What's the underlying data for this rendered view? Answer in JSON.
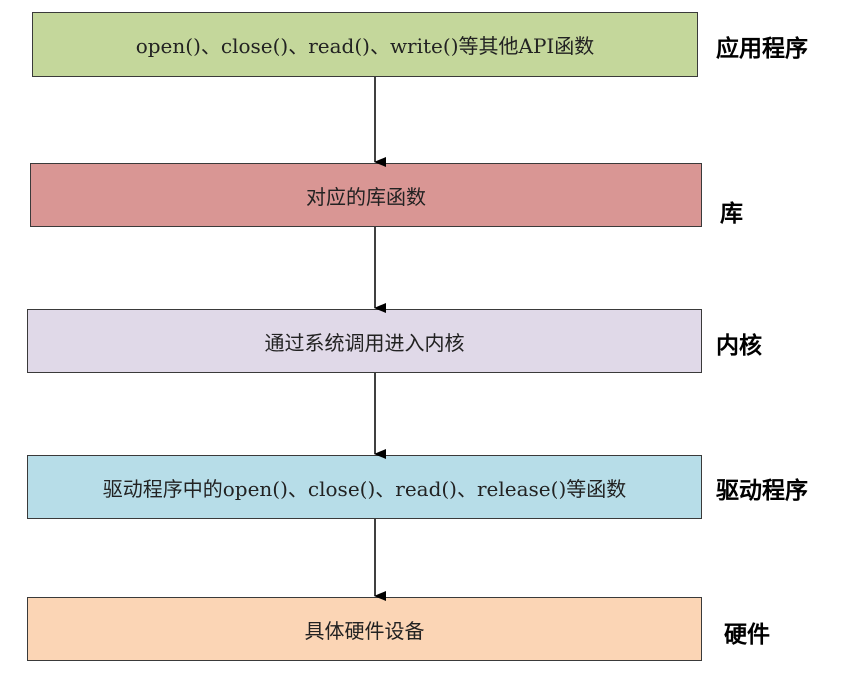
{
  "layers": [
    {
      "box_text": "open()、close()、read()、write()等其他API函数",
      "side_label": "应用程序",
      "fill": "#c4d79b"
    },
    {
      "box_text": "对应的库函数",
      "side_label": "库",
      "fill": "#d99694"
    },
    {
      "box_text": "通过系统调用进入内核",
      "side_label": "内核",
      "fill": "#e0d9e8"
    },
    {
      "box_text": "驱动程序中的open()、close()、read()、release()等函数",
      "side_label": "驱动程序",
      "fill": "#b7dde8"
    },
    {
      "box_text": "具体硬件设备",
      "side_label": "硬件",
      "fill": "#fbd5b5"
    }
  ],
  "colors": {
    "border": "#3a3a3a",
    "arrow": "#000000"
  }
}
